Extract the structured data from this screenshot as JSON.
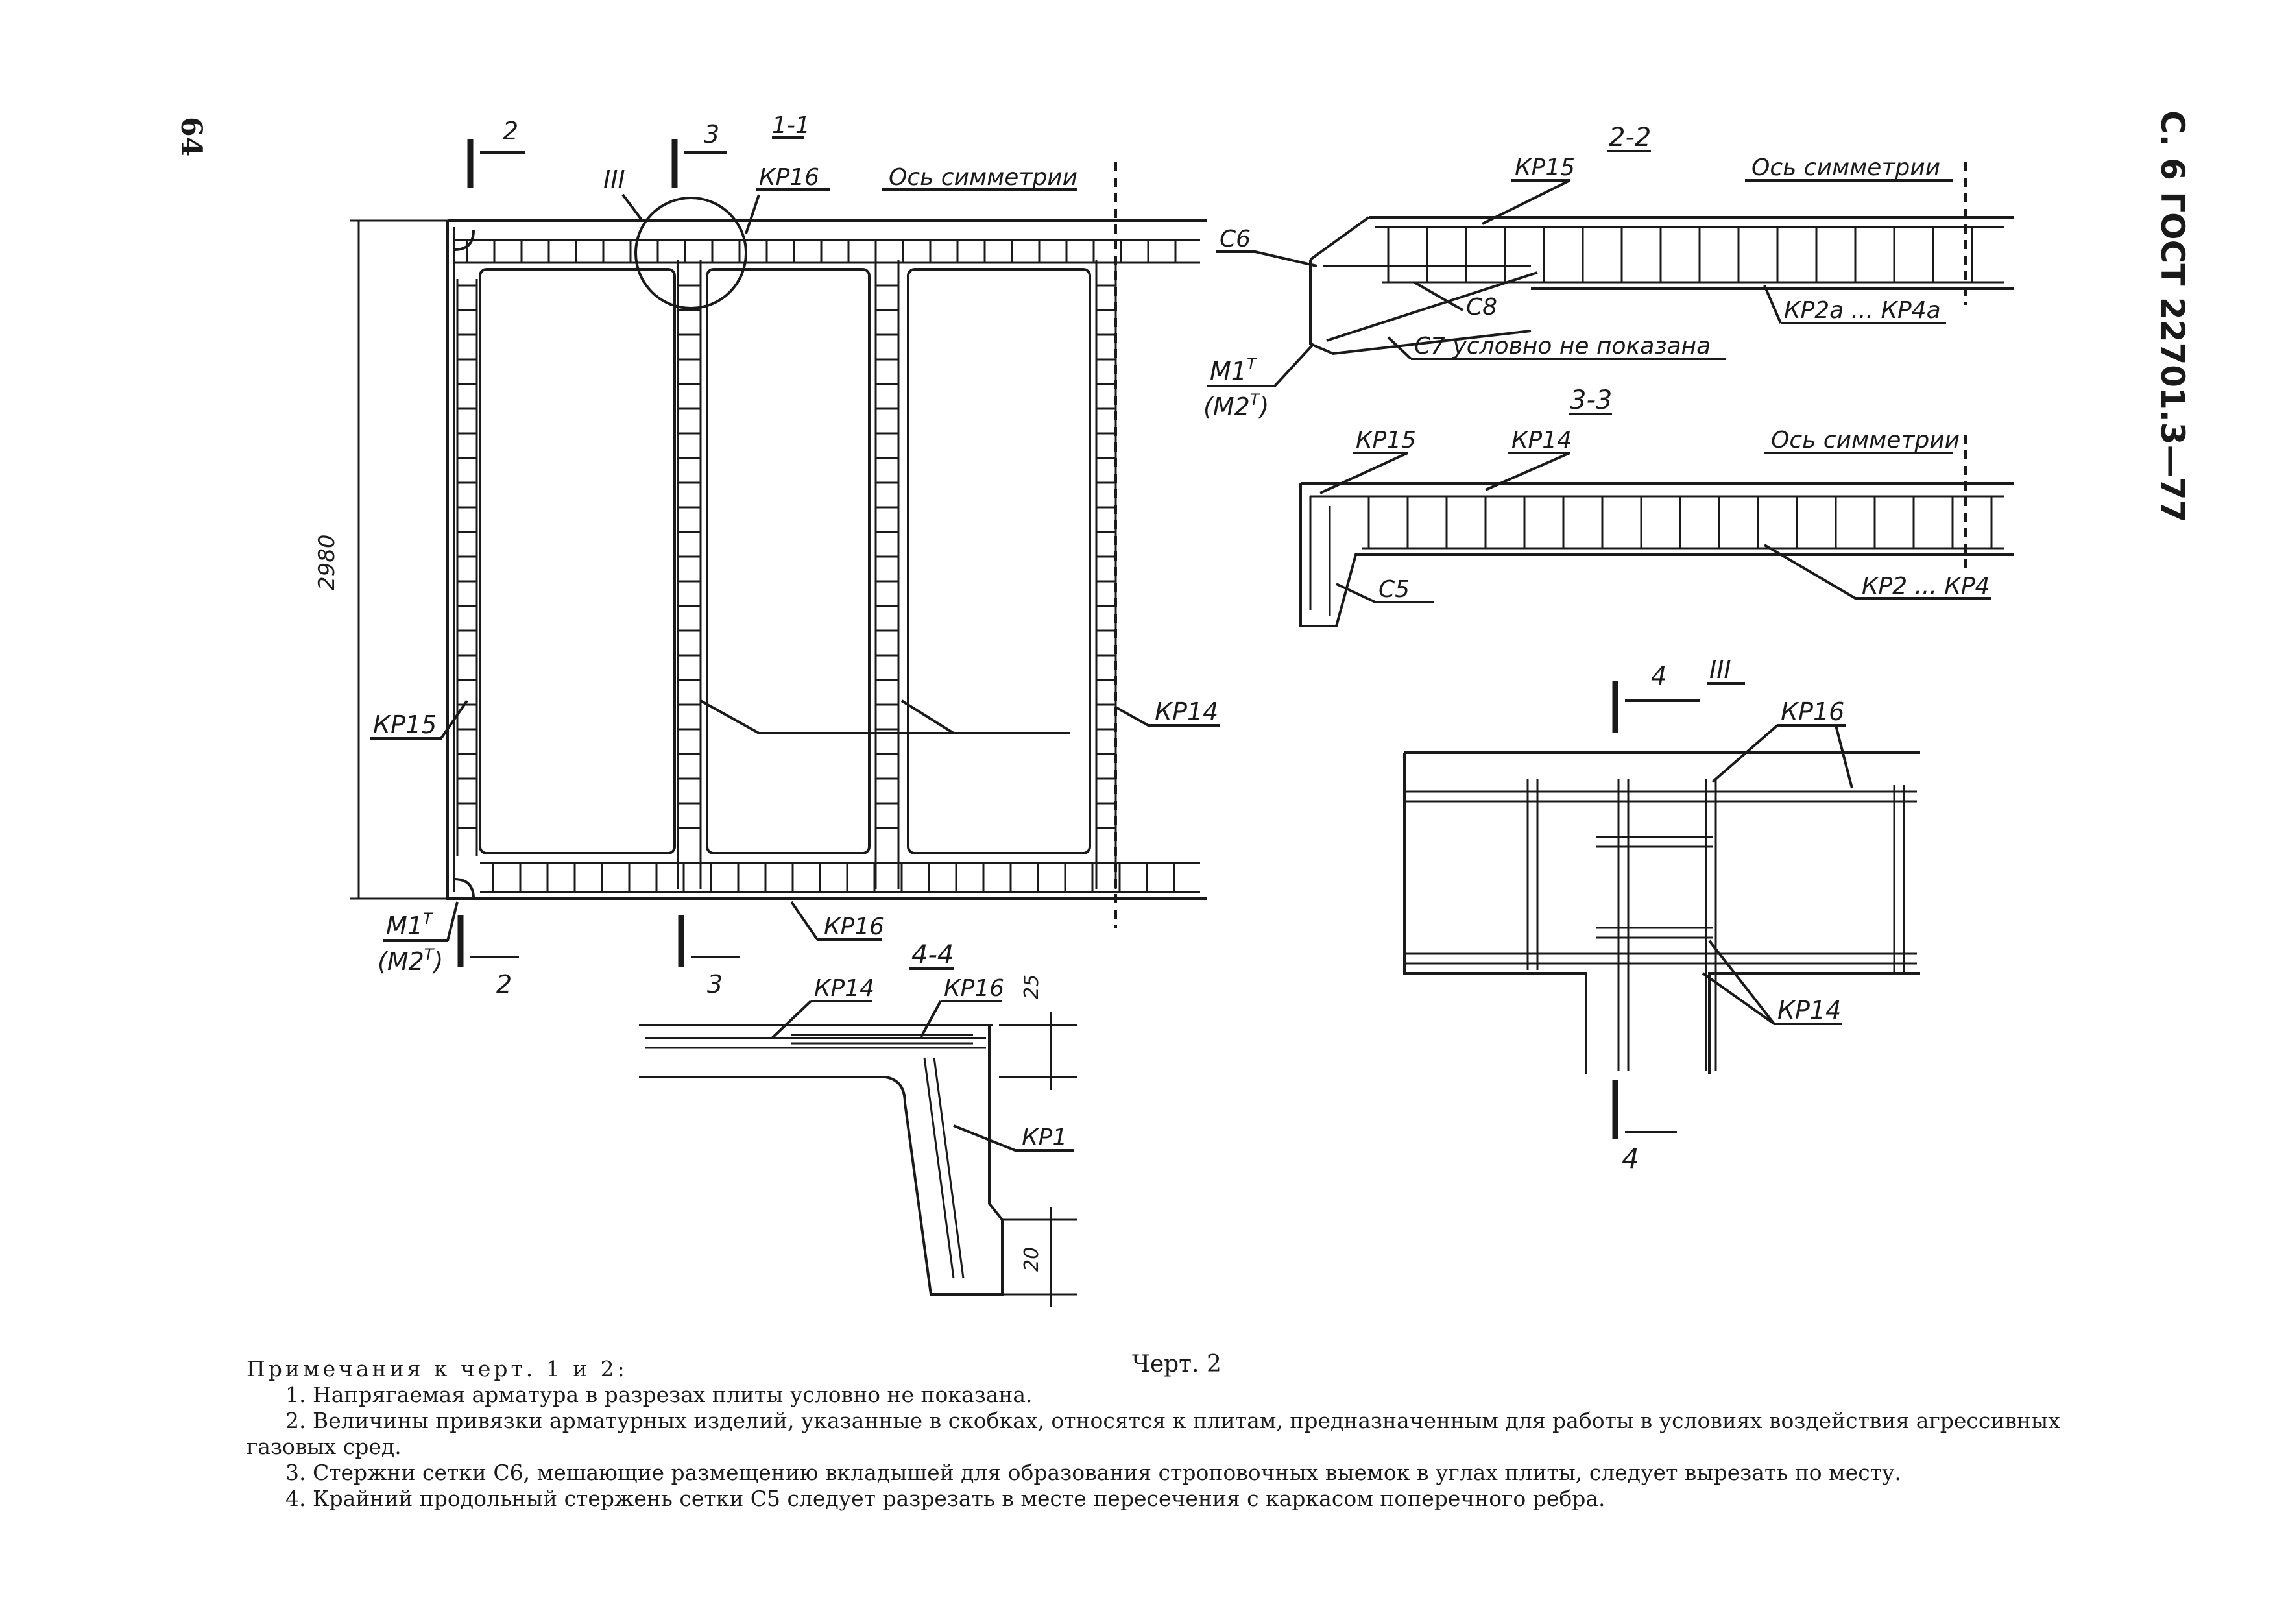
{
  "header": {
    "page_number": "64",
    "standard": "С. 6 ГОСТ 22701.3—77"
  },
  "drawing": {
    "caption": "Черт. 2",
    "plan": {
      "section_title": "1-1",
      "axis": "Ось симметрии",
      "dimension": "2980",
      "labels": {
        "kr16_top": "КР16",
        "kr16_bottom": "КР16",
        "kr15": "КР15",
        "kr14": "КР14",
        "node": "III",
        "m1": "М1",
        "m1_sup": "Т",
        "m2": "(М2",
        "m2_sup": "Т",
        "m2_close": ")"
      },
      "cut_marks": {
        "cut2_top": "2",
        "cut3_top": "3",
        "cut2_bottom": "2",
        "cut3_bottom": "3"
      }
    },
    "section_2_2": {
      "title": "2-2",
      "axis": "Ось симметрии",
      "labels": {
        "kr15": "КР15",
        "c6": "С6",
        "c8": "С8",
        "c7": "С7 условно не показана",
        "kr2a": "КР2а ... КР4а",
        "m1": "М1",
        "m1_sup": "Т",
        "m2": "(М2",
        "m2_sup": "Т",
        "m2_close": ")"
      }
    },
    "section_3_3": {
      "title": "3-3",
      "axis": "Ось симметрии",
      "labels": {
        "kr15": "КР15",
        "kr14": "КР14",
        "c5": "С5",
        "kr2": "КР2 ... КР4"
      }
    },
    "node_III": {
      "title": "III",
      "cut_top": "4",
      "cut_bottom": "4",
      "labels": {
        "kr16": "КР16",
        "kr14": "КР14"
      }
    },
    "section_4_4": {
      "title": "4-4",
      "labels": {
        "kr14": "КР14",
        "kr16": "КР16",
        "kr1": "КР1"
      },
      "dims": {
        "top": "25",
        "bottom": "20"
      }
    }
  },
  "notes": {
    "heading": "Примечания к черт. 1 и 2:",
    "items": [
      "1. Напрягаемая арматура в разрезах плиты условно не показана.",
      "2. Величины привязки арматурных изделий, указанные в скобках, относятся к плитам, предназначенным для работы в условиях воздействия агрессивных газовых сред.",
      "3. Стержни сетки С6, мешающие размещению вкладышей для образования строповочных выемок в углах плиты, следует вырезать по месту.",
      "4. Крайний продольный стержень сетки С5 следует разрезать в месте пересечения с каркасом поперечного ребра."
    ]
  }
}
